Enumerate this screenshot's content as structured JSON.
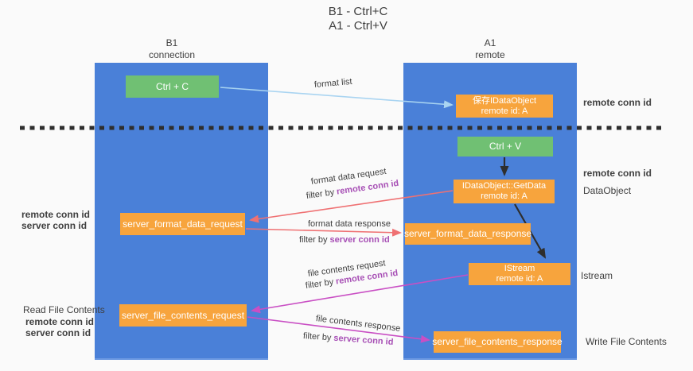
{
  "colors": {
    "bg": "#fafafa",
    "lane_blue": "#4a80d8",
    "box_green": "#70c073",
    "box_orange": "#f7a43d",
    "box_text": "#ffffff",
    "arrow_blue": "#a9d4f1",
    "arrow_salmon": "#ef7173",
    "arrow_magenta": "#c94fc4",
    "arrow_black": "#2e2e2e",
    "text_dark": "#3f3f3f",
    "text_purple": "#a74fb5",
    "text_green": "#4caf50"
  },
  "title": {
    "line1": "B1 - Ctrl+C",
    "line2": "A1 - Ctrl+V"
  },
  "lanes": {
    "left": {
      "line1": "B1",
      "line2": "connection"
    },
    "right": {
      "line1": "A1",
      "line2": "remote"
    }
  },
  "boxes": {
    "ctrl_c": "Ctrl + C",
    "ctrl_v": "Ctrl + V",
    "save_idataobject": {
      "line1": "保存IDataObject",
      "line2": "remote id: A"
    },
    "getdata": {
      "line1": "IDataObject::GetData",
      "line2": "remote id: A"
    },
    "istream": {
      "line1": "IStream",
      "line2": "remote id: A"
    },
    "server_format_data_request": "server_format_data_request",
    "server_format_data_response": "server_format_data_response",
    "server_file_contents_request": "server_file_contents_request",
    "server_file_contents_response": "server_file_contents_response"
  },
  "arrows": {
    "format_list": "format list",
    "format_data_request": "format data request",
    "format_data_response": "format data response",
    "file_contents_request": "file contents request",
    "file_contents_response": "file contents response",
    "filter_by": "filter by",
    "remote_conn_id": "remote conn id",
    "server_conn_id": "server conn id"
  },
  "side_labels": {
    "left_remote_conn_id": "remote conn id",
    "left_server_conn_id": "server conn id",
    "read_file_contents": "Read File Contents",
    "left_remote_conn_id_2": "remote conn id",
    "left_server_conn_id_2": "server conn id",
    "right_remote_conn_id_top": "remote conn id",
    "right_remote_conn_id_mid": "remote conn id",
    "dataobject": "DataObject",
    "istream": "Istream",
    "write_file_contents": "Write File Contents"
  }
}
